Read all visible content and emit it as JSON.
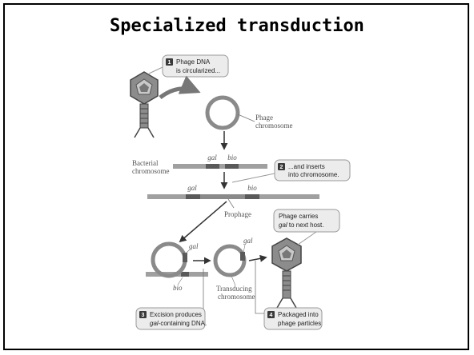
{
  "slide": {
    "title": "Specialized transduction"
  },
  "steps": {
    "s1": {
      "number": "1",
      "line1": "Phage DNA",
      "line2": "is circularized..."
    },
    "s2": {
      "number": "2",
      "line1": "...and inserts",
      "line2": "into chromosome."
    },
    "s3": {
      "number": "3",
      "line1": "Excision produces",
      "line2_italic": "gal",
      "line2_rest": "-containing DNA."
    },
    "s4": {
      "number": "4",
      "line1": "Packaged into",
      "line2": "phage particles"
    }
  },
  "note": {
    "line1": "Phage carries",
    "line2_italic": "gal",
    "line2_rest": " to next host."
  },
  "labels": {
    "phage_chromosome_1": "Phage",
    "phage_chromosome_2": "chromosome",
    "bacterial_chromosome_1": "Bacterial",
    "bacterial_chromosome_2": "chromosome",
    "prophage": "Prophage",
    "transducing_1": "Transducing",
    "transducing_2": "chromosome"
  },
  "genes": {
    "gal": "gal",
    "bio": "bio"
  },
  "colors": {
    "ring": "#8a8a8a",
    "chromosome": "#a0a0a0",
    "gene_band": "#5a5a5a",
    "callout_bg": "#ececec",
    "callout_border": "#9a9a9a",
    "step_badge": "#3a3a3a",
    "arrow": "#333333"
  }
}
